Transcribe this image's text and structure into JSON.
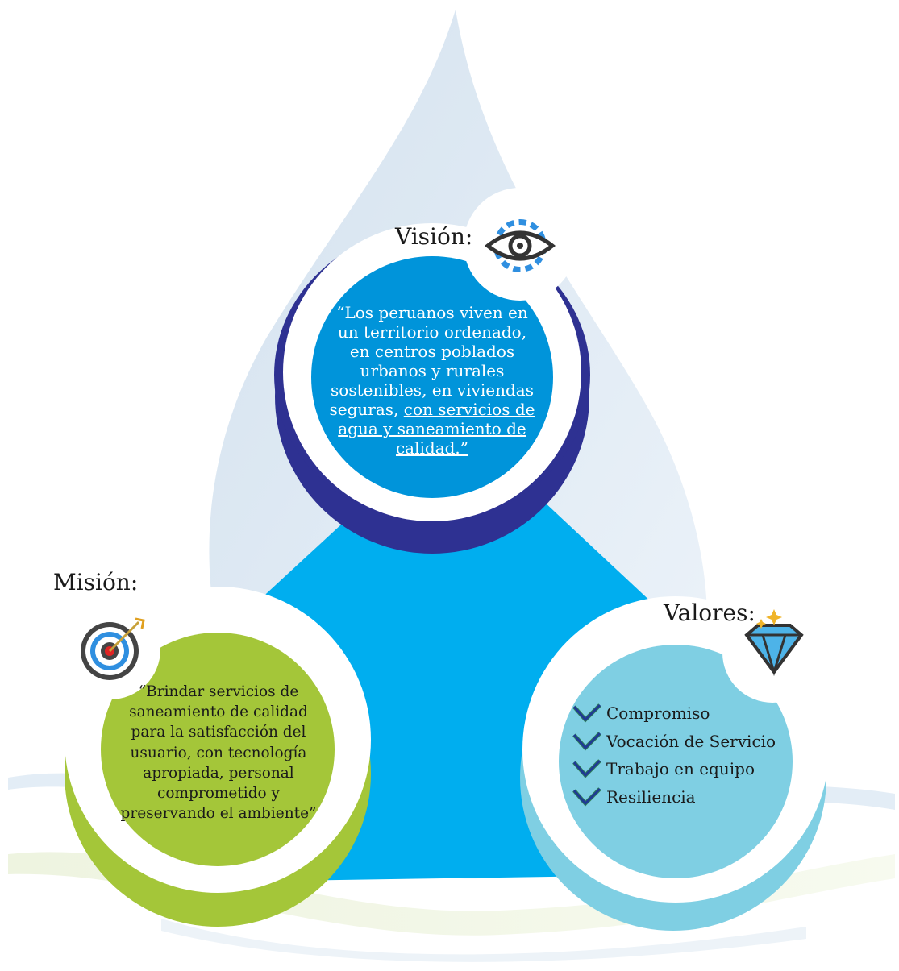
{
  "vision": {
    "label": "Visión:",
    "text_plain": "“Los peruanos viven en un territorio ordenado, en centros poblados urbanos y rurales sostenibles, en viviendas seguras, ",
    "text_underlined": "con servicios de agua y saneamiento de calidad.”",
    "icon": "eye-gear-icon"
  },
  "mision": {
    "label": "Misión:",
    "text": "“Brindar servicios de saneamiento de calidad para la satisfacción del usuario, con tecnología apropiada, personal comprometido y preservando el ambiente”",
    "icon": "target-arrow-icon"
  },
  "valores": {
    "label": "Valores:",
    "items": [
      "Compromiso",
      "Vocación de Servicio",
      "Trabajo en equipo",
      "Resiliencia"
    ],
    "icon": "diamond-sparkle-icon"
  },
  "colors": {
    "drop": "#dfe9f3",
    "triangle": "#00aeef",
    "vision_circle": "#0094da",
    "vision_shadow": "#2e3192",
    "mision_circle": "#a4c639",
    "valores_circle": "#7fcfe3",
    "check": "#1f3a93"
  }
}
